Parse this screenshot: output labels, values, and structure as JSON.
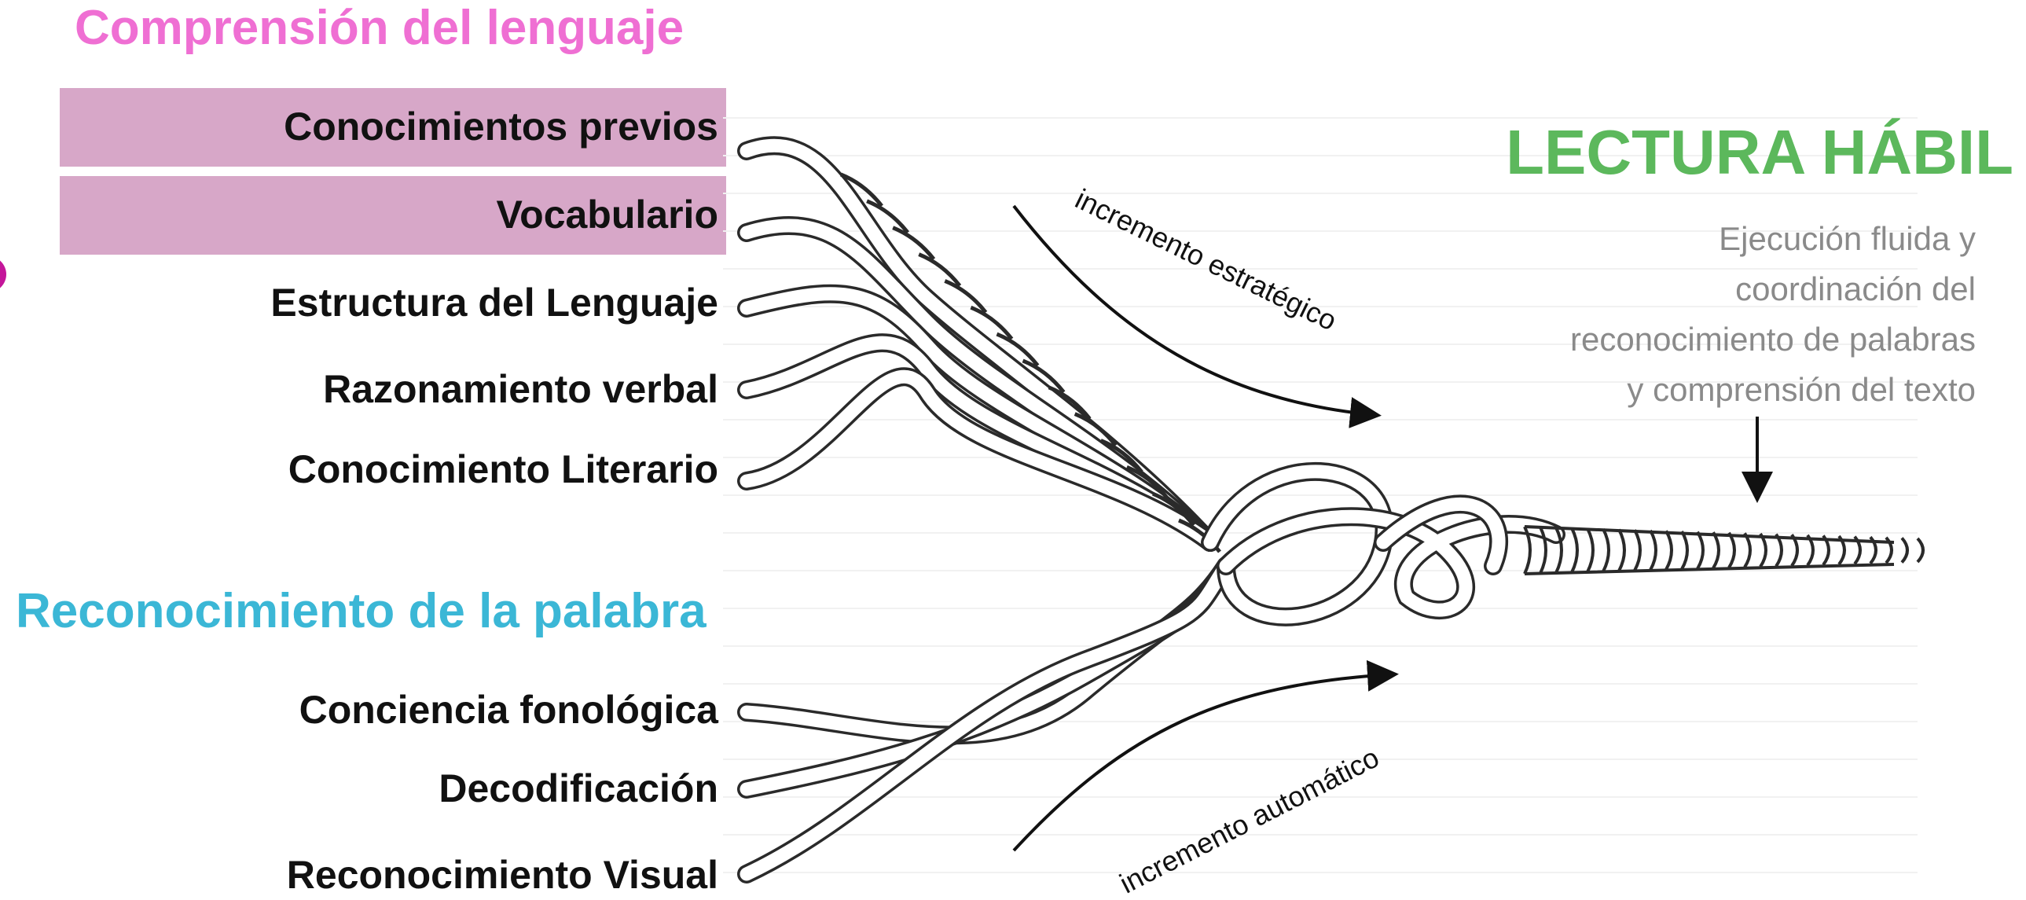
{
  "colors": {
    "comprension": "#ef6fd3",
    "reconocimiento": "#3bb7d6",
    "lectura": "#5cb85c",
    "highlight": "#d7a7c8",
    "rope": "#2a2a2a"
  },
  "comprension": {
    "title": "Comprensión del lenguaje",
    "strands": [
      "Conocimientos previos",
      "Vocabulario",
      "Estructura del Lenguaje",
      "Razonamiento verbal",
      "Conocimiento Literario"
    ],
    "curve_label": "incremento estratégico"
  },
  "reconocimiento": {
    "title": "Reconocimiento de la palabra",
    "strands": [
      "Conciencia fonológica",
      "Decodificación",
      "Reconocimiento Visual"
    ],
    "curve_label": "incremento automático"
  },
  "resultado": {
    "title": "LECTURA HÁBIL",
    "description_lines": [
      "Ejecución fluida y",
      "coordinación del",
      "reconocimiento de palabras",
      "y comprensión del texto"
    ]
  }
}
